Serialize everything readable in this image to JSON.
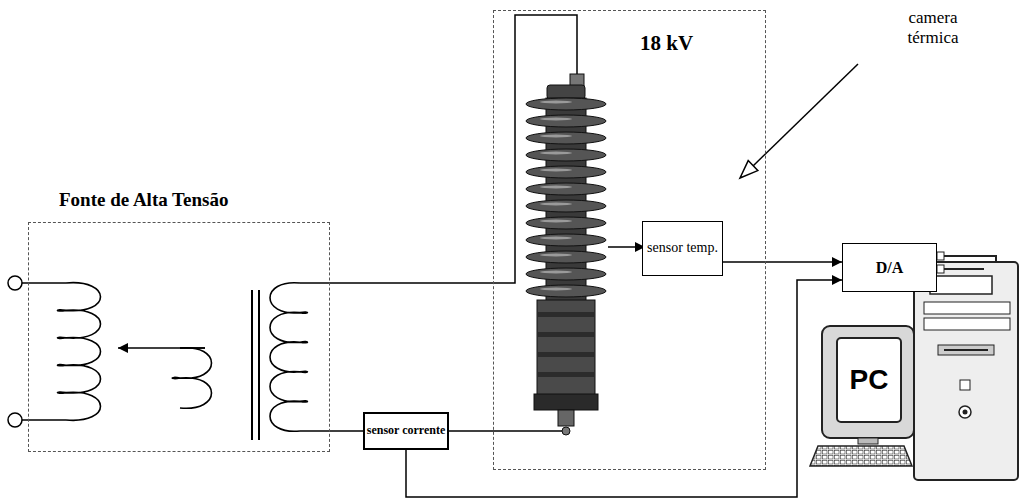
{
  "diagram": {
    "nodes": [
      {
        "text": [
          "Fonte de Alta Tensão"
        ]
      },
      {
        "text": [
          "18 kV"
        ]
      },
      {
        "text": [
          "sensor temp."
        ],
        "in": 1
      },
      {
        "text": [
          "sensor corrente"
        ]
      },
      {
        "text": [
          "D/A"
        ]
      },
      {
        "text": [
          "PC"
        ]
      }
    ],
    "edges": [
      {
        "from": 0,
        "to": 3,
        "arrow": "none"
      },
      {
        "from": 2,
        "to": 4,
        "arrow": "to"
      },
      {
        "from": 3,
        "to": 4,
        "arrow": "to"
      }
    ],
    "labels": [
      "camera térmica"
    ]
  }
}
